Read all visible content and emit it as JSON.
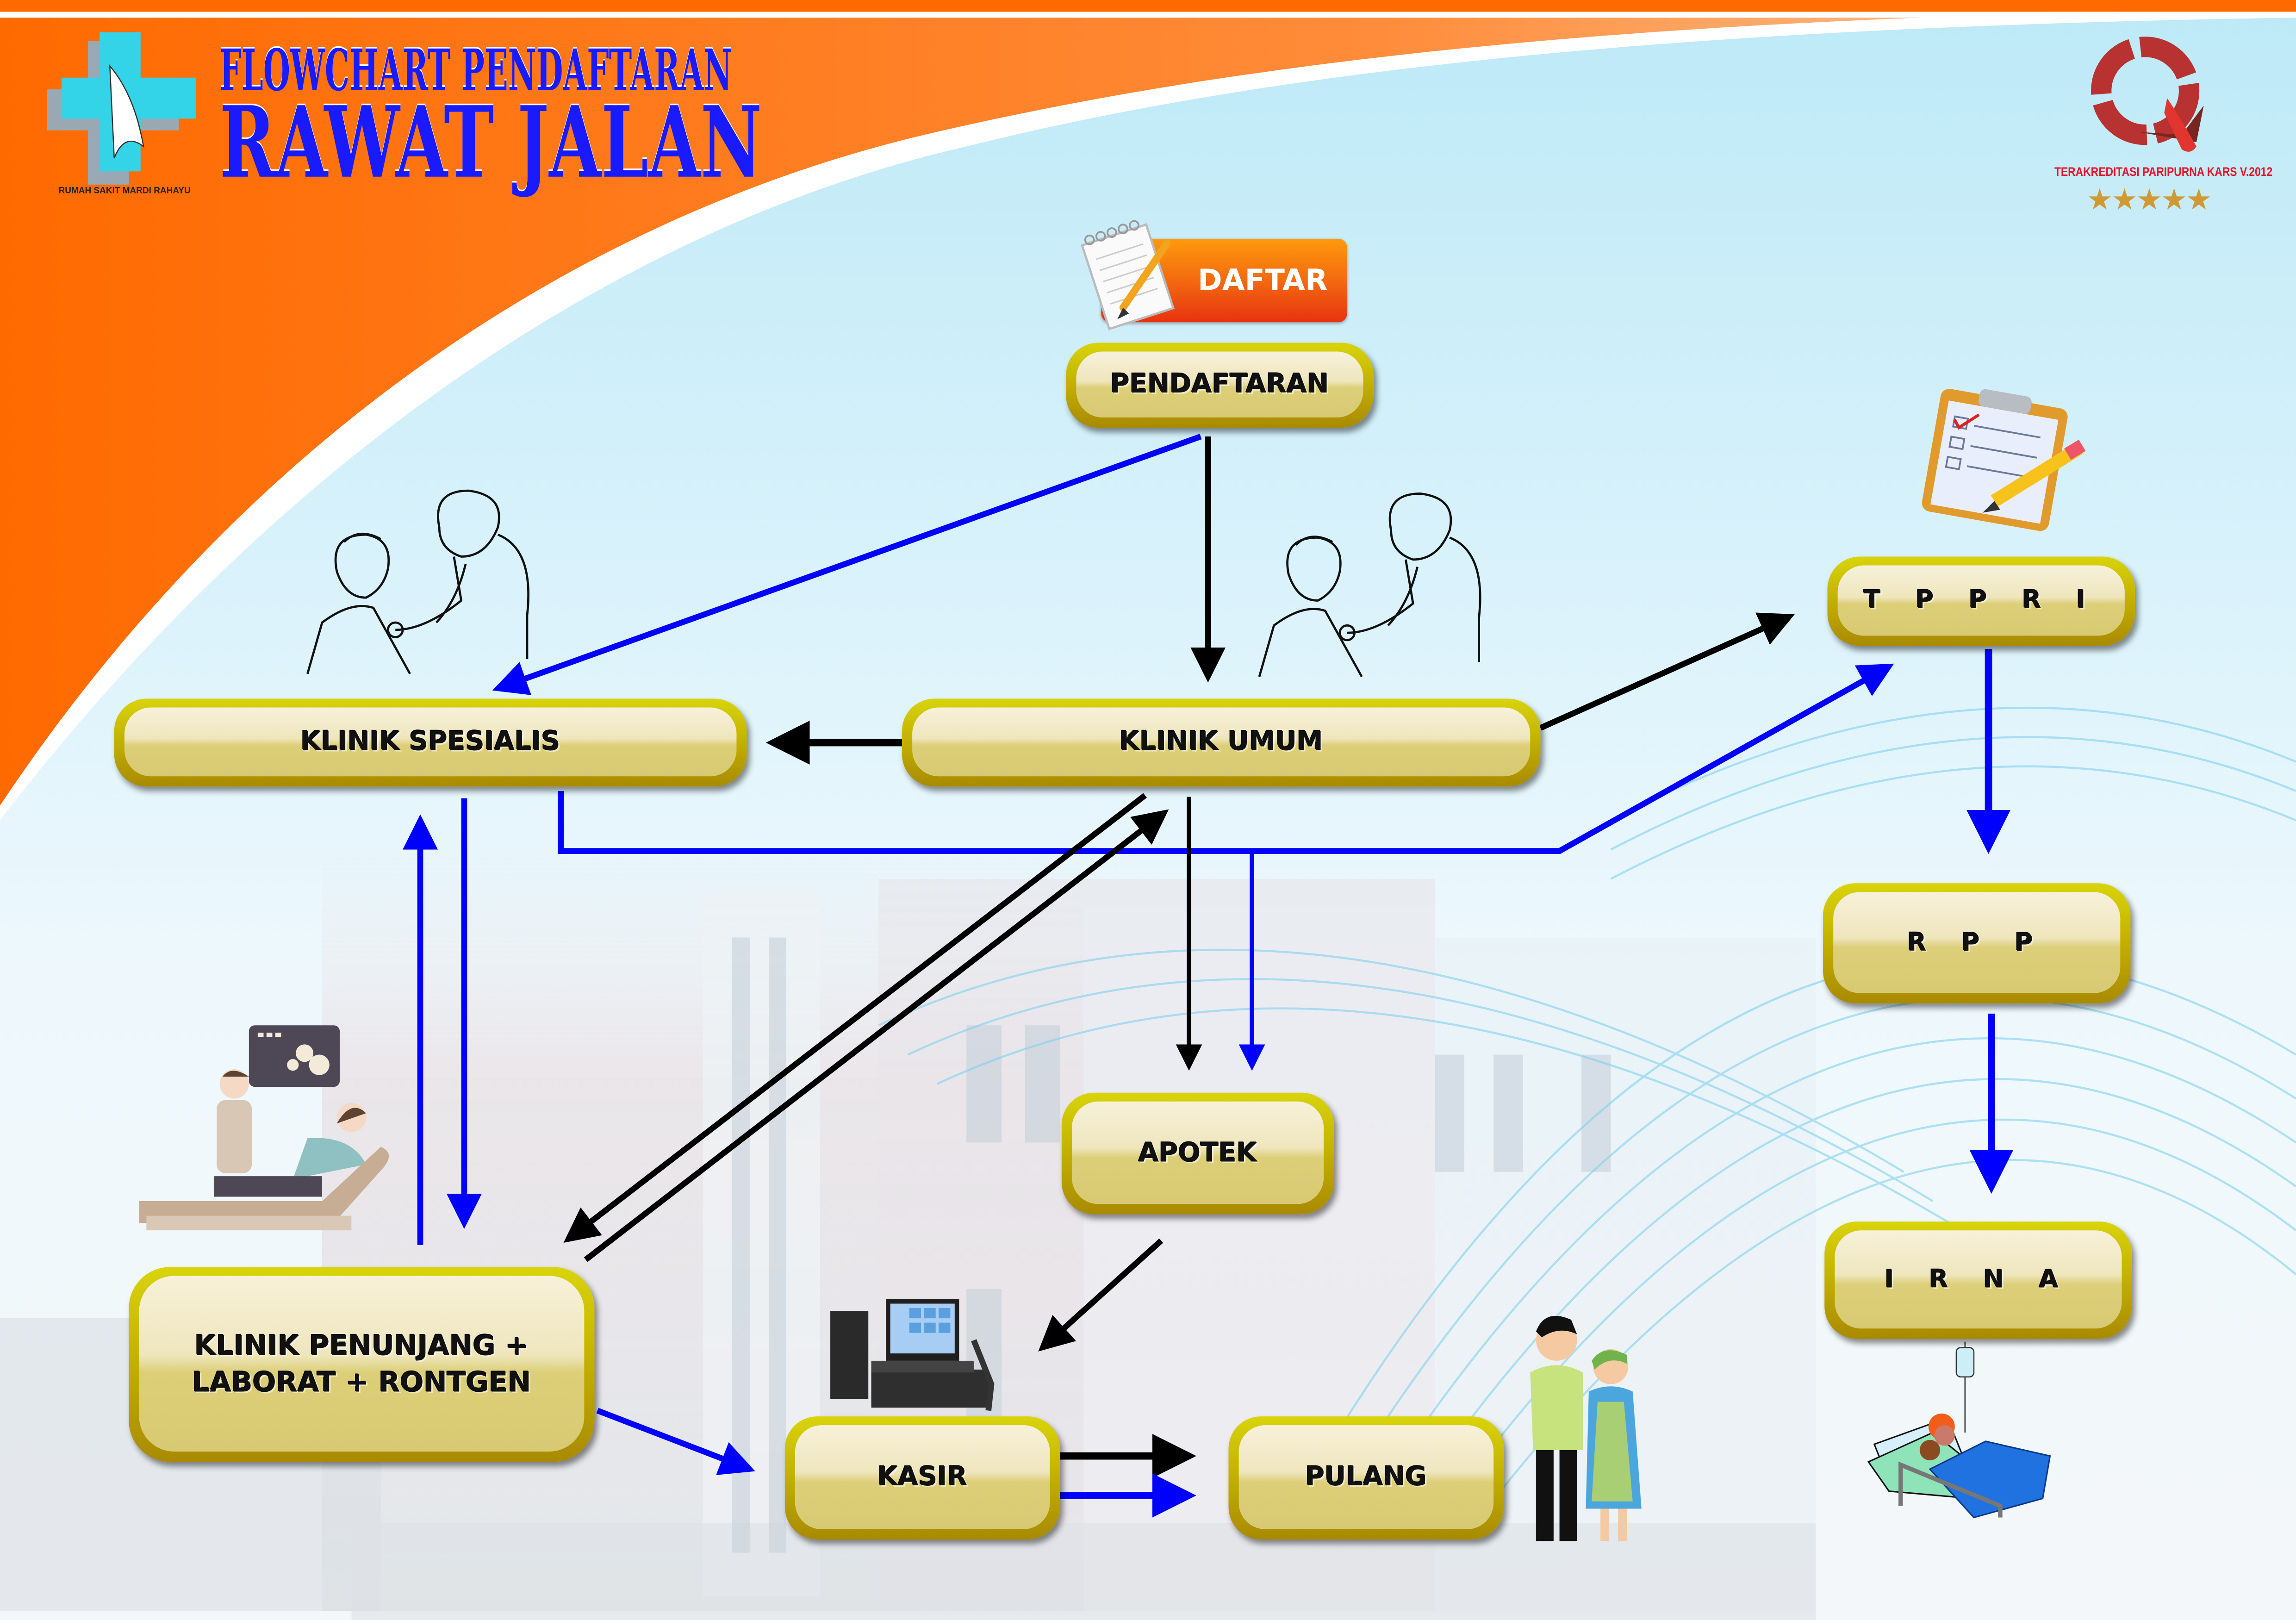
{
  "header": {
    "title_line1": "FLOWCHART PENDAFTARAN",
    "title_line2": "RAWAT JALAN",
    "hospital_name": "RUMAH SAKIT MARDI RAHAYU",
    "accreditation_text": "TERAKREDITASI PARIPURNA KARS V.2012",
    "accreditation_stars": "★★★★★",
    "star_rating": 5
  },
  "daftar_button": {
    "label": "DAFTAR"
  },
  "nodes": {
    "pendaftaran": "PENDAFTARAN",
    "klinik_spesialis": "KLINIK SPESIALIS",
    "klinik_umum": "KLINIK UMUM",
    "tppri": "T P P R I",
    "rpp": "R P P",
    "irna": "I R N A",
    "apotek": "APOTEK",
    "klinik_penunjang_line1": "KLINIK PENUNJANG +",
    "klinik_penunjang_line2": "LABORAT + RONTGEN",
    "kasir": "KASIR",
    "pulang": "PULANG"
  },
  "colors": {
    "flow_black": "#000000",
    "flow_blue": "#0000ff",
    "title_blue": "#1a1aff",
    "header_orange": "#ff6a00",
    "node_gold": "#c7b700",
    "kars_red": "#e5142a",
    "star_gold": "#cf9a35"
  },
  "connections": [
    {
      "from": "PENDAFTARAN",
      "to": "KLINIK UMUM",
      "color": "black"
    },
    {
      "from": "PENDAFTARAN",
      "to": "KLINIK SPESIALIS",
      "color": "blue"
    },
    {
      "from": "KLINIK UMUM",
      "to": "KLINIK SPESIALIS",
      "color": "black"
    },
    {
      "from": "KLINIK UMUM",
      "to": "T P P R I",
      "color": "black"
    },
    {
      "from": "KLINIK SPESIALIS",
      "to": "T P P R I",
      "color": "blue"
    },
    {
      "from": "KLINIK SPESIALIS",
      "to": "APOTEK",
      "color": "blue"
    },
    {
      "from": "KLINIK UMUM",
      "to": "APOTEK",
      "color": "black"
    },
    {
      "from": "KLINIK UMUM",
      "to": "KLINIK PENUNJANG",
      "color": "black"
    },
    {
      "from": "KLINIK PENUNJANG",
      "to": "KLINIK UMUM",
      "color": "black"
    },
    {
      "from": "KLINIK SPESIALIS",
      "to": "KLINIK PENUNJANG",
      "color": "blue"
    },
    {
      "from": "KLINIK PENUNJANG",
      "to": "KLINIK SPESIALIS",
      "color": "blue"
    },
    {
      "from": "APOTEK",
      "to": "KASIR",
      "color": "black"
    },
    {
      "from": "KLINIK PENUNJANG",
      "to": "KASIR",
      "color": "blue"
    },
    {
      "from": "KASIR",
      "to": "PULANG",
      "color": "black"
    },
    {
      "from": "KASIR",
      "to": "PULANG",
      "color": "blue"
    },
    {
      "from": "T P P R I",
      "to": "R P P",
      "color": "blue"
    },
    {
      "from": "R P P",
      "to": "I R N A",
      "color": "blue"
    }
  ]
}
